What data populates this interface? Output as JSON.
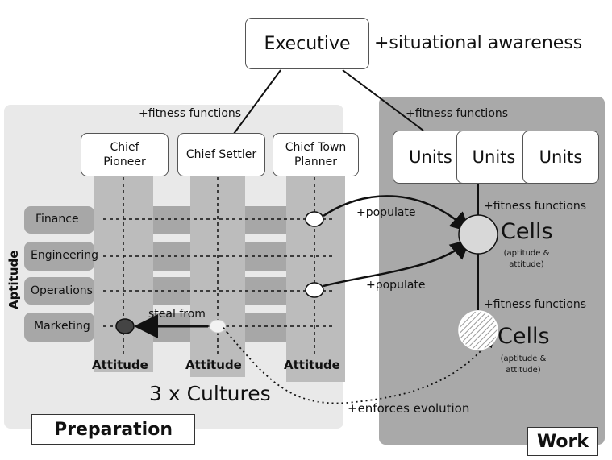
{
  "executive": {
    "label": "Executive",
    "annotation": "+situational awareness"
  },
  "left_panel": {
    "fitness_label": "+fitness functions",
    "chiefs": [
      "Chief Pioneer",
      "Chief Settler",
      "Chief Town Planner"
    ],
    "rows": [
      "Finance",
      "Engineering",
      "Operations",
      "Marketing"
    ],
    "axis_label": "Aptitude",
    "attitude_label": "Attitude",
    "steal_label": "steal from",
    "cultures_label": "3 x Cultures",
    "preparation_label": "Preparation"
  },
  "right_panel": {
    "fitness_label_top": "+fitness functions",
    "units": [
      "Units",
      "Units",
      "Units"
    ],
    "cells_fitness_1": "+fitness functions",
    "cells_fitness_2": "+fitness functions",
    "cells_label": "Cells",
    "cells_sub": "(aptitude & attitude)",
    "work_label": "Work"
  },
  "arrows": {
    "populate_1": "+populate",
    "populate_2": "+populate",
    "enforces": "+enforces evolution"
  }
}
